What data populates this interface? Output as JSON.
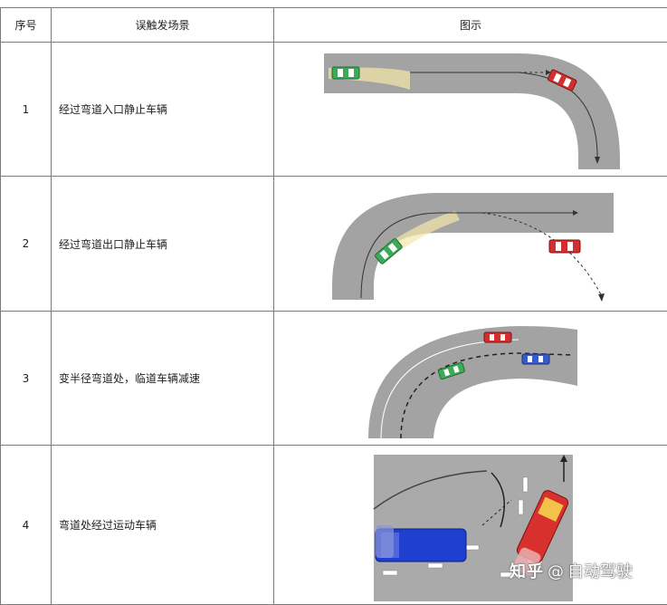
{
  "table": {
    "headers": {
      "index": "序号",
      "scenario": "误触发场景",
      "figure": "图示"
    },
    "rows": [
      {
        "index": "1",
        "scenario": "经过弯道入口静止车辆"
      },
      {
        "index": "2",
        "scenario": "经过弯道出口静止车辆"
      },
      {
        "index": "3",
        "scenario": "变半径弯道处，临道车辆减速"
      },
      {
        "index": "4",
        "scenario": "弯道处经过运动车辆"
      }
    ]
  },
  "watermark": {
    "site": "知乎",
    "at": "@",
    "author": "自动驾驶"
  },
  "colors": {
    "road": "#a3a3a3",
    "ego_car": "#3daa5a",
    "target_car": "#d32f2f",
    "blue_car": "#3a5bc7",
    "border": "#7a7a7a"
  }
}
